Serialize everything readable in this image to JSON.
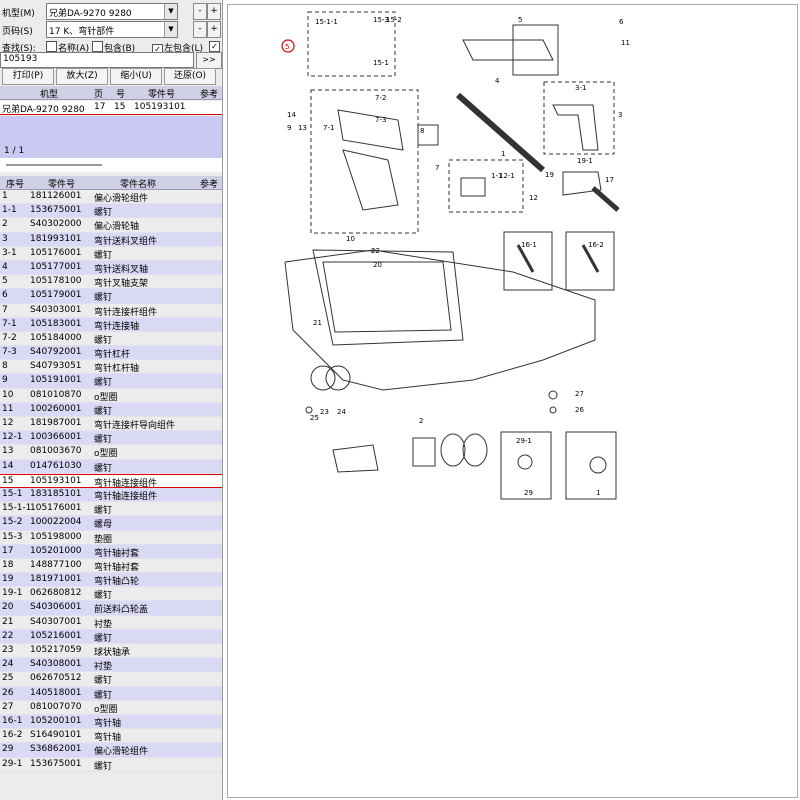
{
  "filters": {
    "model_label": "机型(M)",
    "model_value": "兄弟DA-9270 9280",
    "page_label": "页码(S)",
    "page_value": "17 K、弯针部件",
    "find_label": "查找(S):",
    "opt_name": "名称(A)",
    "opt_contain": "包含(B)",
    "opt_lr": "左包含(L)",
    "search_value": "105193",
    "go_label": ">>",
    "plus": "+",
    "minus": "-"
  },
  "toolbar": {
    "print": "打印(P)",
    "zoom_in": "放大(Z)",
    "zoom_out": "缩小(U)",
    "restore": "还原(O)"
  },
  "result_table": {
    "headers": [
      "机型",
      "页",
      "号",
      "零件号",
      "参考"
    ],
    "row": [
      "兄弟DA-9270 9280",
      "17",
      "15",
      "105193101",
      ""
    ]
  },
  "pager": "1 / 1",
  "parts_table": {
    "headers": [
      "序号",
      "零件号",
      "零件名称",
      "参考"
    ],
    "rows": [
      [
        "1",
        "181126001",
        "偏心滑轮组件"
      ],
      [
        "1-1",
        "153675001",
        "螺钉"
      ],
      [
        "2",
        "S40302000",
        "偏心滑轮轴"
      ],
      [
        "3",
        "181993101",
        "弯针送料叉组件"
      ],
      [
        "3-1",
        "105176001",
        "螺钉"
      ],
      [
        "4",
        "105177001",
        "弯针送料叉轴"
      ],
      [
        "5",
        "105178100",
        "弯针叉轴支架"
      ],
      [
        "6",
        "105179001",
        "螺钉"
      ],
      [
        "7",
        "S40303001",
        "弯针连接杆组件"
      ],
      [
        "7-1",
        "105183001",
        "弯针连接轴"
      ],
      [
        "7-2",
        "105184000",
        "螺钉"
      ],
      [
        "7-3",
        "S40792001",
        "弯针杠杆"
      ],
      [
        "8",
        "S40793051",
        "弯针杠杆轴"
      ],
      [
        "9",
        "105191001",
        "螺钉"
      ],
      [
        "10",
        "081010870",
        "o型圈"
      ],
      [
        "11",
        "100260001",
        "螺钉"
      ],
      [
        "12",
        "181987001",
        "弯针连接杆导向组件"
      ],
      [
        "12-1",
        "100366001",
        "螺钉"
      ],
      [
        "13",
        "081003670",
        "o型圈"
      ],
      [
        "14",
        "014761030",
        "螺钉"
      ],
      [
        "15",
        "105193101",
        "弯针轴连接组件"
      ],
      [
        "15-1",
        "183185101",
        "弯针轴连接组件"
      ],
      [
        "15-1-1",
        "105176001",
        "螺钉"
      ],
      [
        "15-2",
        "100022004",
        "螺母"
      ],
      [
        "15-3",
        "105198000",
        "垫圈"
      ],
      [
        "17",
        "105201000",
        "弯针轴衬套"
      ],
      [
        "18",
        "148877100",
        "弯针轴衬套"
      ],
      [
        "19",
        "181971001",
        "弯针轴凸轮"
      ],
      [
        "19-1",
        "062680812",
        "螺钉"
      ],
      [
        "20",
        "S40306001",
        "前送料凸轮盖"
      ],
      [
        "21",
        "S40307001",
        "衬垫"
      ],
      [
        "22",
        "105216001",
        "螺钉"
      ],
      [
        "23",
        "105217059",
        "球状轴承"
      ],
      [
        "24",
        "S40308001",
        "衬垫"
      ],
      [
        "25",
        "062670512",
        "螺钉"
      ],
      [
        "26",
        "140518001",
        "螺钉"
      ],
      [
        "27",
        "081007070",
        "o型圈"
      ],
      [
        "16-1",
        "105200101",
        "弯针轴"
      ],
      [
        "16-2",
        "S16490101",
        "弯针轴"
      ],
      [
        "29",
        "S36862001",
        "偏心滑轮组件"
      ],
      [
        "29-1",
        "153675001",
        "螺钉"
      ]
    ]
  },
  "diagram": {
    "callouts": [
      "15-1-1",
      "15-3",
      "15-2",
      "15-1",
      "5",
      "6",
      "11",
      "4",
      "3-1",
      "3",
      "7-2",
      "7-3",
      "7-1",
      "8",
      "14",
      "9",
      "13",
      "1",
      "1-1",
      "12-1",
      "12",
      "19-1",
      "19",
      "17",
      "10",
      "22",
      "20",
      "16-1",
      "16-2",
      "21",
      "27",
      "26",
      "23",
      "24",
      "25",
      "2",
      "29-1",
      "29",
      "1",
      "7"
    ],
    "selected": "5"
  },
  "colors": {
    "row_alt": "#d9d9f6",
    "header": "#cfcfe6",
    "highlight": "#dd0000"
  }
}
